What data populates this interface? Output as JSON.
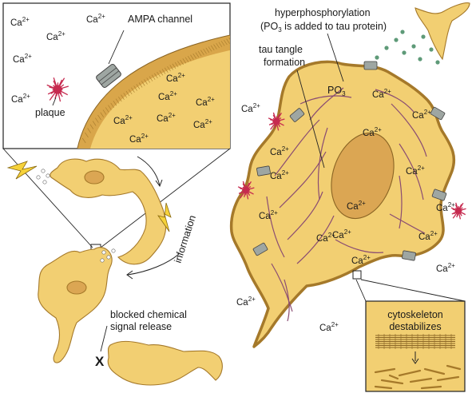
{
  "labels": {
    "ampa_channel": "AMPA channel",
    "plaque": "plaque",
    "hyper_line1": "hyperphosphorylation",
    "hyper_line2_pre": "(PO",
    "hyper_line2_sub": "3",
    "hyper_line2_post": " is added to tau protein)",
    "tau_line1": "tau tangle",
    "tau_line2": "formation",
    "po3_main": "PO",
    "po3_sub": "3",
    "information": "information",
    "blocked_line1": "blocked chemical",
    "blocked_line2": "signal release",
    "x_mark": "X",
    "cyto_line1": "cytoskeleton",
    "cyto_line2": "destabilizes"
  },
  "ion": {
    "symbol": "Ca",
    "charge": "2+"
  },
  "colors": {
    "cell_fill": "#f2cf72",
    "cell_stroke": "#a5792a",
    "membrane": "#d9a64a",
    "nucleus": "#dba653",
    "tangle": "#8a4c72",
    "plaque": "#c62a4f",
    "green_dots": "#5e9a78",
    "channel": "#9ea6a2"
  }
}
